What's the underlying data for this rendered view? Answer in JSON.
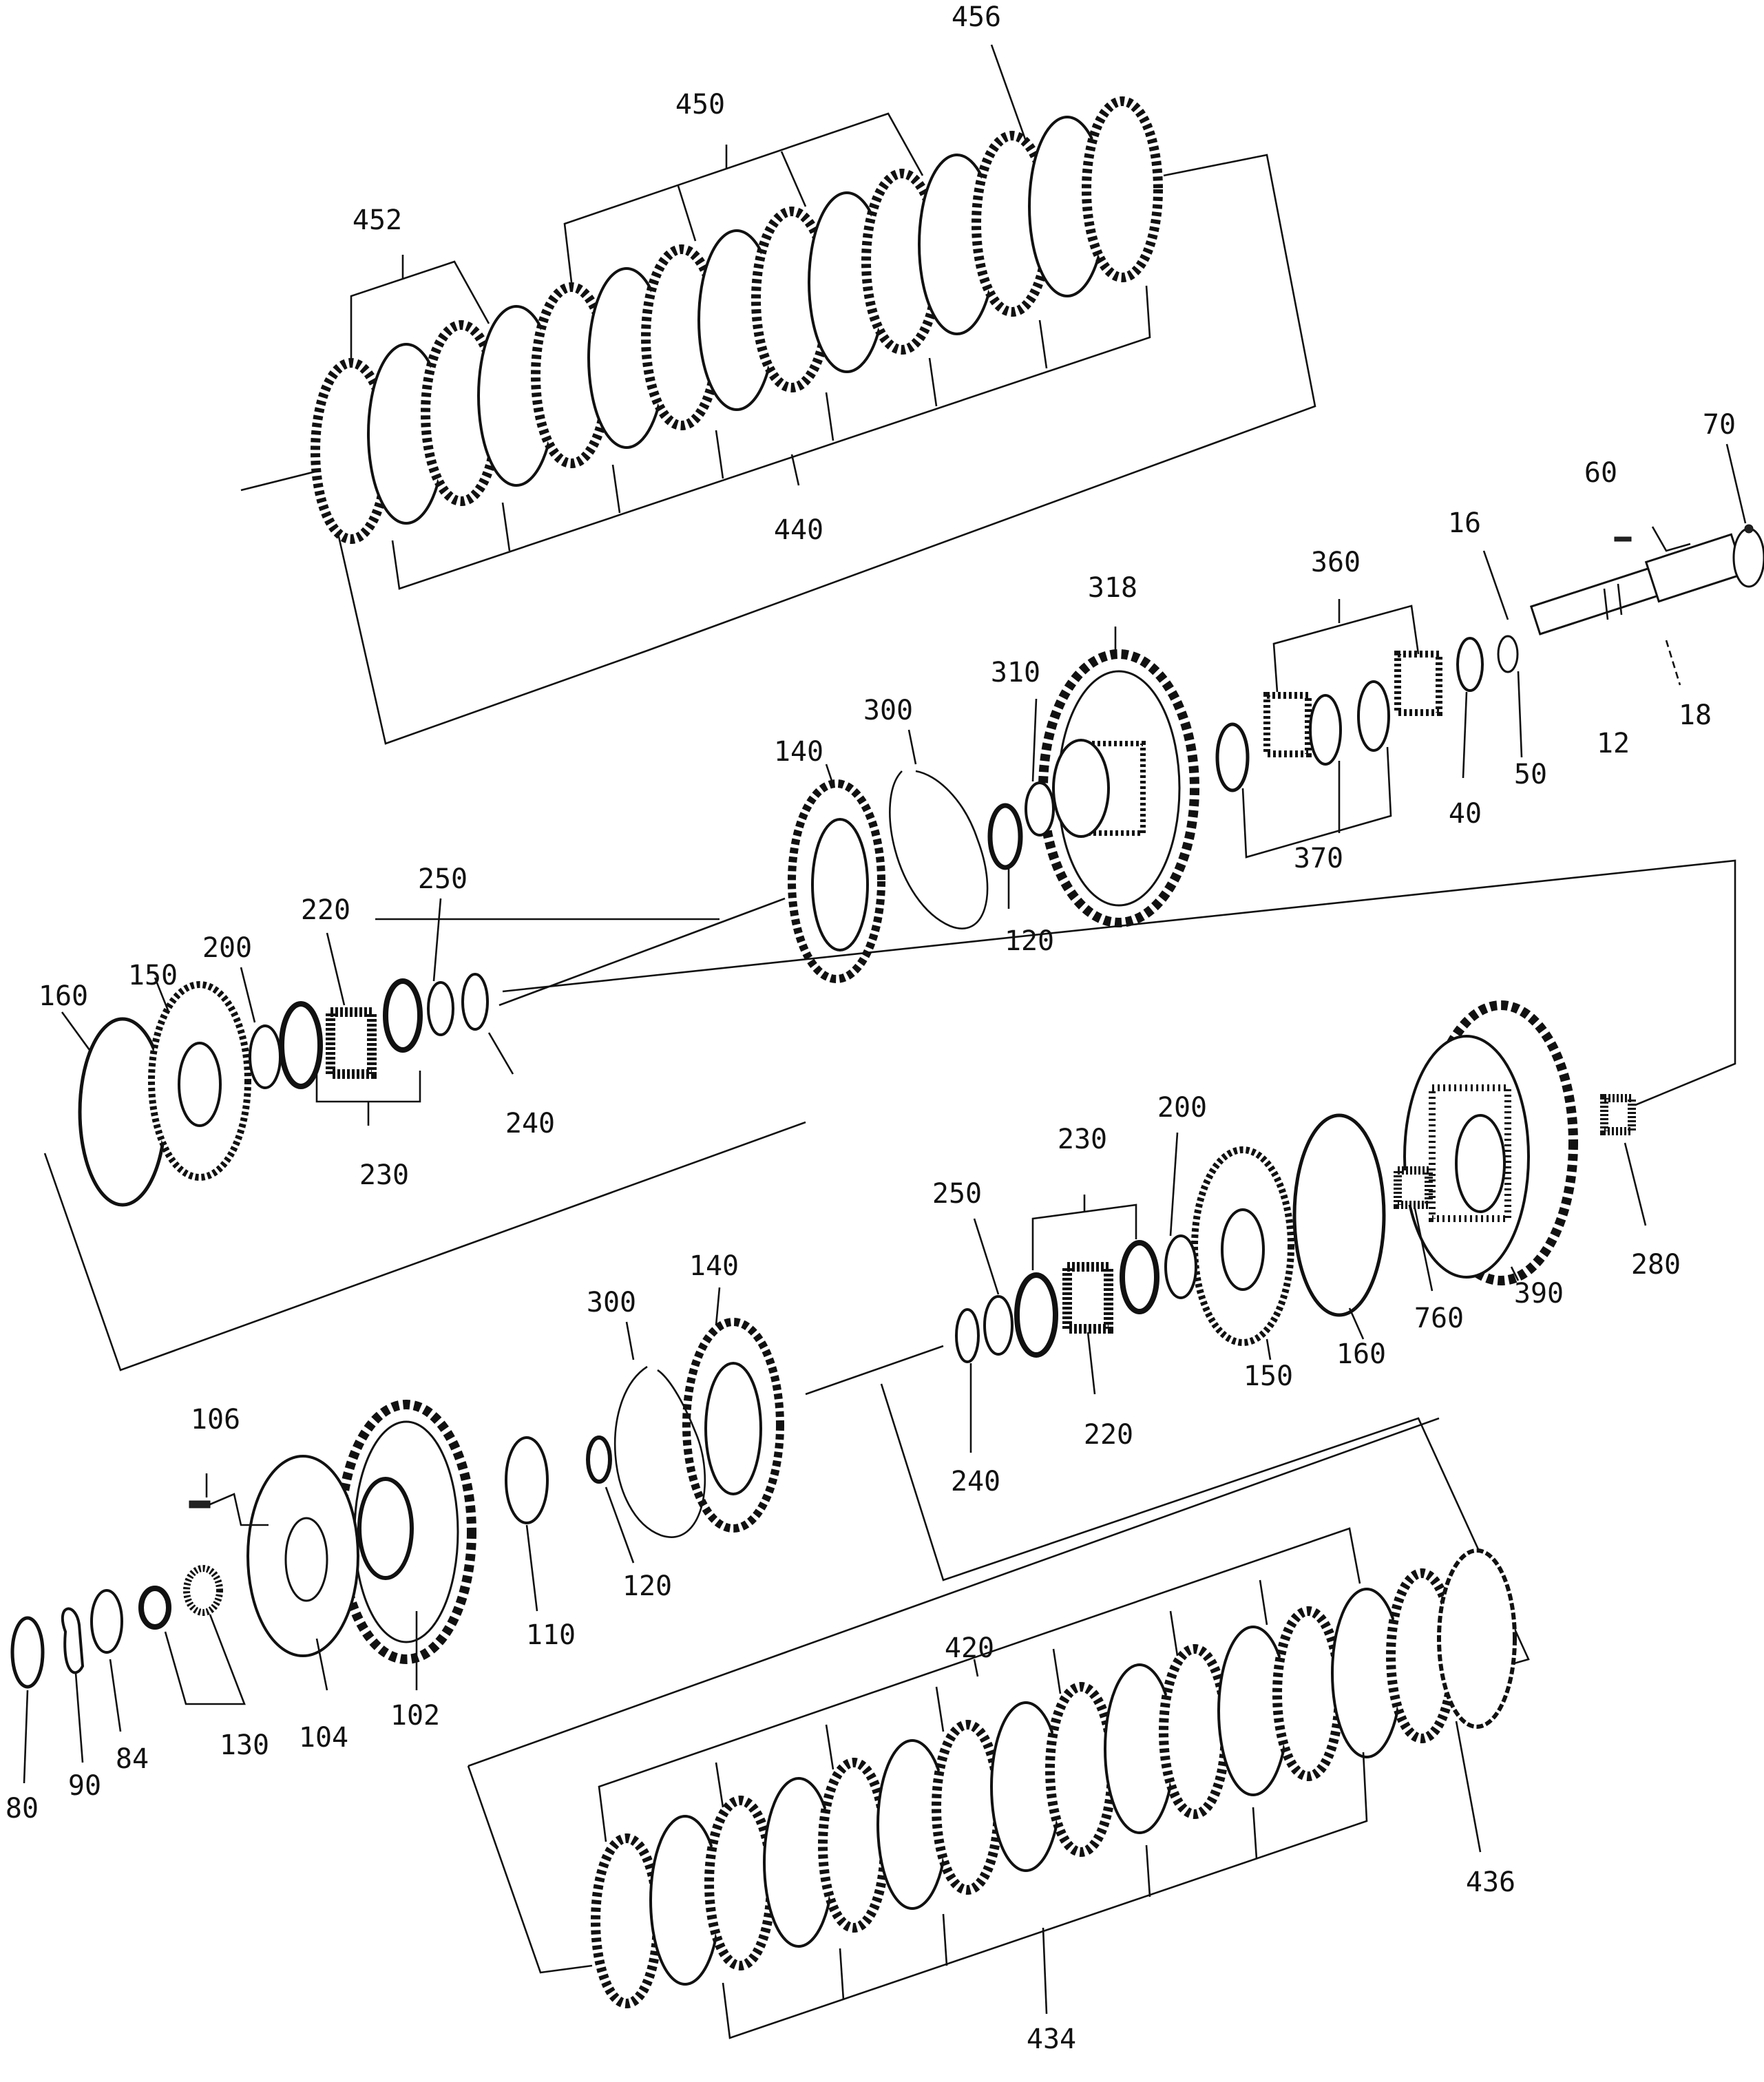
{
  "labels": {
    "p456": "456",
    "p450": "450",
    "p452": "452",
    "p440": "440",
    "p70": "70",
    "p60": "60",
    "p16": "16",
    "p360": "360",
    "p318": "318",
    "p310": "310",
    "p300a": "300",
    "p140a": "140",
    "p120a": "120",
    "p370": "370",
    "p40": "40",
    "p50": "50",
    "p12": "12",
    "p18": "18",
    "p220a": "220",
    "p250a": "250",
    "p200a": "200",
    "p150a": "150",
    "p160a": "160",
    "p240a": "240",
    "p230a": "230",
    "p230b": "230",
    "p200b": "200",
    "p250b": "250",
    "p220b": "220",
    "p150b": "150",
    "p160b": "160",
    "p760": "760",
    "p390": "390",
    "p280": "280",
    "p240b": "240",
    "p300b": "300",
    "p140b": "140",
    "p120b": "120",
    "p106": "106",
    "p110": "110",
    "p102": "102",
    "p104": "104",
    "p130": "130",
    "p84": "84",
    "p90": "90",
    "p80": "80",
    "p420": "420",
    "p436": "436",
    "p434": "434"
  },
  "line_color": "#111111",
  "background": "#ffffff"
}
